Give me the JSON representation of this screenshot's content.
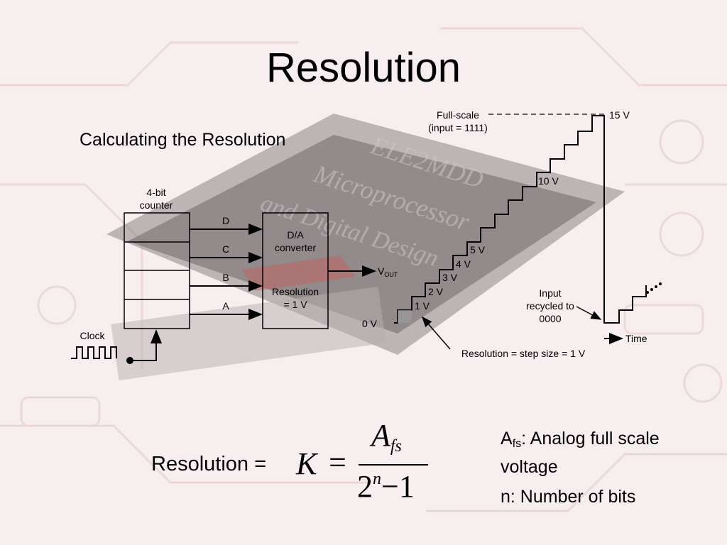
{
  "slide": {
    "title": "Resolution",
    "subtitle": "Calculating the Resolution"
  },
  "diagram": {
    "counter_label_line1": "4-bit",
    "counter_label_line2": "counter",
    "bits": [
      "D",
      "C",
      "B",
      "A"
    ],
    "dac_line1": "D/A",
    "dac_line2": "converter",
    "dac_res_line1": "Resolution",
    "dac_res_line2": "= 1 V",
    "vout_main": "V",
    "vout_sub": "OUT",
    "clock_label": "Clock",
    "fullscale_line1": "Full-scale",
    "fullscale_line2": "(input = 1111)",
    "voltage_labels": [
      "15 V",
      "10 V",
      "5 V",
      "4 V",
      "3 V",
      "2 V",
      "1 V",
      "0 V"
    ],
    "recycle_line1": "Input",
    "recycle_line2": "recycled to",
    "recycle_line3": "0000",
    "time_label": "Time",
    "step_note": "Resolution = step size = 1 V",
    "background_chip_text": [
      "ELE2MDD",
      "Microprocessor",
      "and Digital Design"
    ]
  },
  "formula": {
    "label": "Resolution =",
    "K": "K",
    "equals": "=",
    "num_main": "A",
    "num_sub": "fs",
    "den_base": "2",
    "den_exp": "n",
    "den_rest": "−1"
  },
  "legend": {
    "afs_main": "A",
    "afs_sub": "fs",
    "afs_desc_line1": ": Analog full scale",
    "afs_desc_line2": "voltage",
    "n_desc": "n: Number of bits"
  },
  "colors": {
    "background": "#f7efef",
    "chip": "#7a6f70",
    "circuit_lines": "#e6cfcf"
  }
}
